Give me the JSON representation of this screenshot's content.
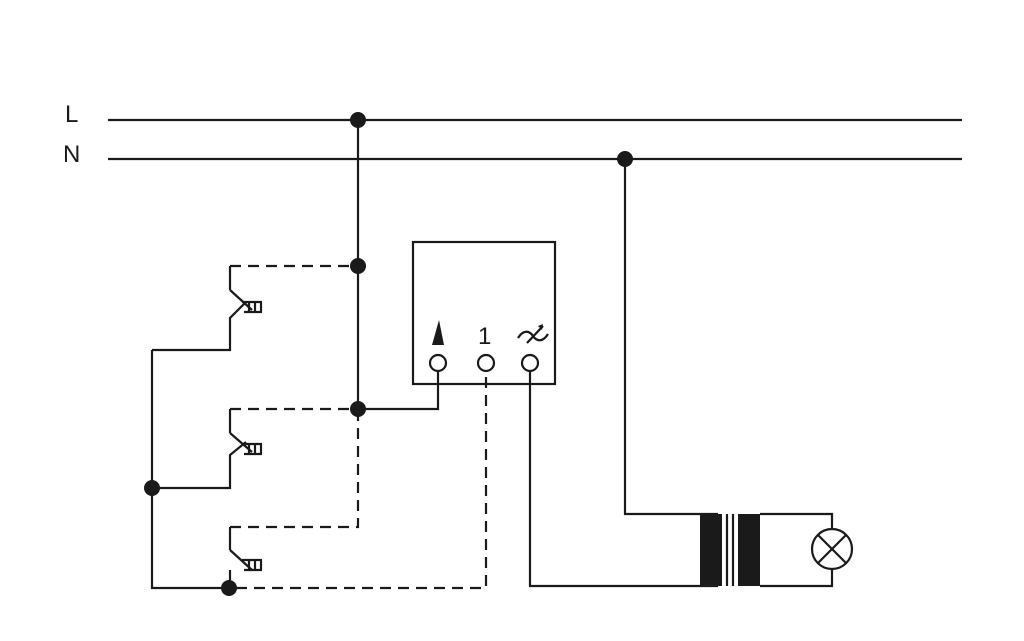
{
  "rails": {
    "live_label": "L",
    "neutral_label": "N"
  },
  "control_unit": {
    "terminal_1_label": "1",
    "terminal_left_symbol": "push-input-triangle-icon",
    "terminal_right_symbol": "dimmer-output-icon"
  },
  "components": {
    "pushbuttons": [
      "pushbutton-top",
      "pushbutton-middle",
      "pushbutton-bottom"
    ],
    "transformer": "transformer-icon",
    "lamp": "lamp-icon"
  },
  "colors": {
    "line": "#1a1a1a",
    "background": "#ffffff"
  }
}
